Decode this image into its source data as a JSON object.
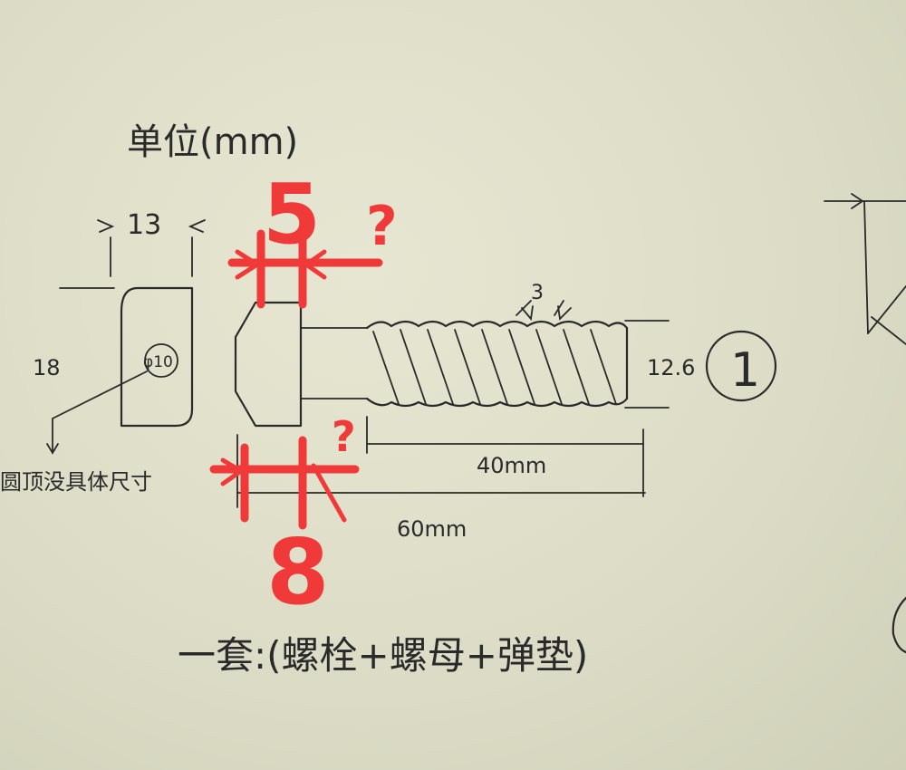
{
  "labels": {
    "unit": "单位(mm)",
    "head_width": "13",
    "head_height": "18",
    "head_mark": "φ10",
    "head_note": "圆顶没具体尺寸",
    "thread_pitch": "3",
    "thread_diameter": "12.6",
    "thread_length": "40mm",
    "total_length": "60mm",
    "part_number": "1",
    "set_note": "一套:(螺栓+螺母+弹垫)"
  },
  "annotations": {
    "top_value": "5",
    "bottom_value": "8",
    "question_mark": "?"
  },
  "colors": {
    "ink": "#2a2a2a",
    "annotation": "#f03a3a",
    "paper": "#dcdcc6"
  }
}
